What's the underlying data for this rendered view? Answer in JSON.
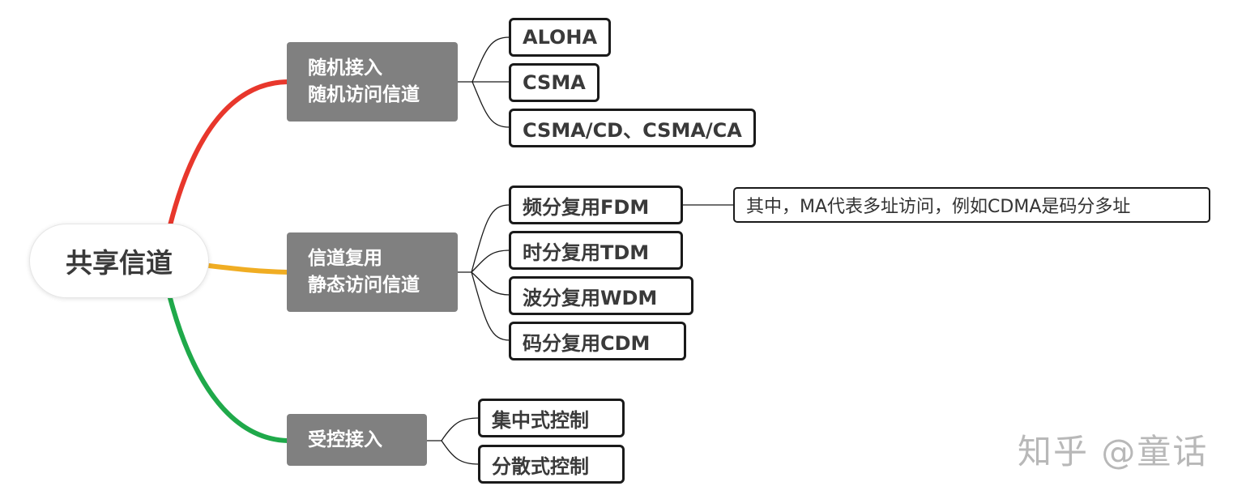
{
  "root": {
    "label": "共享信道"
  },
  "branches": [
    {
      "id": "random",
      "lines": [
        "随机接入",
        "随机访问信道"
      ],
      "color": "#e8372c",
      "children": [
        "ALOHA",
        "CSMA",
        "CSMA/CD、CSMA/CA"
      ]
    },
    {
      "id": "mux",
      "lines": [
        "信道复用",
        "静态访问信道"
      ],
      "color": "#f0ad23",
      "children": [
        "频分复用FDM",
        "时分复用TDM",
        "波分复用WDM",
        "码分复用CDM"
      ]
    },
    {
      "id": "controlled",
      "lines": [
        "受控接入"
      ],
      "color": "#1fa94a",
      "children": [
        "集中式控制",
        "分散式控制"
      ]
    }
  ],
  "note": {
    "text": "其中，MA代表多址访问，例如CDMA是码分多址"
  },
  "watermark": {
    "text": "知乎 @童话"
  }
}
